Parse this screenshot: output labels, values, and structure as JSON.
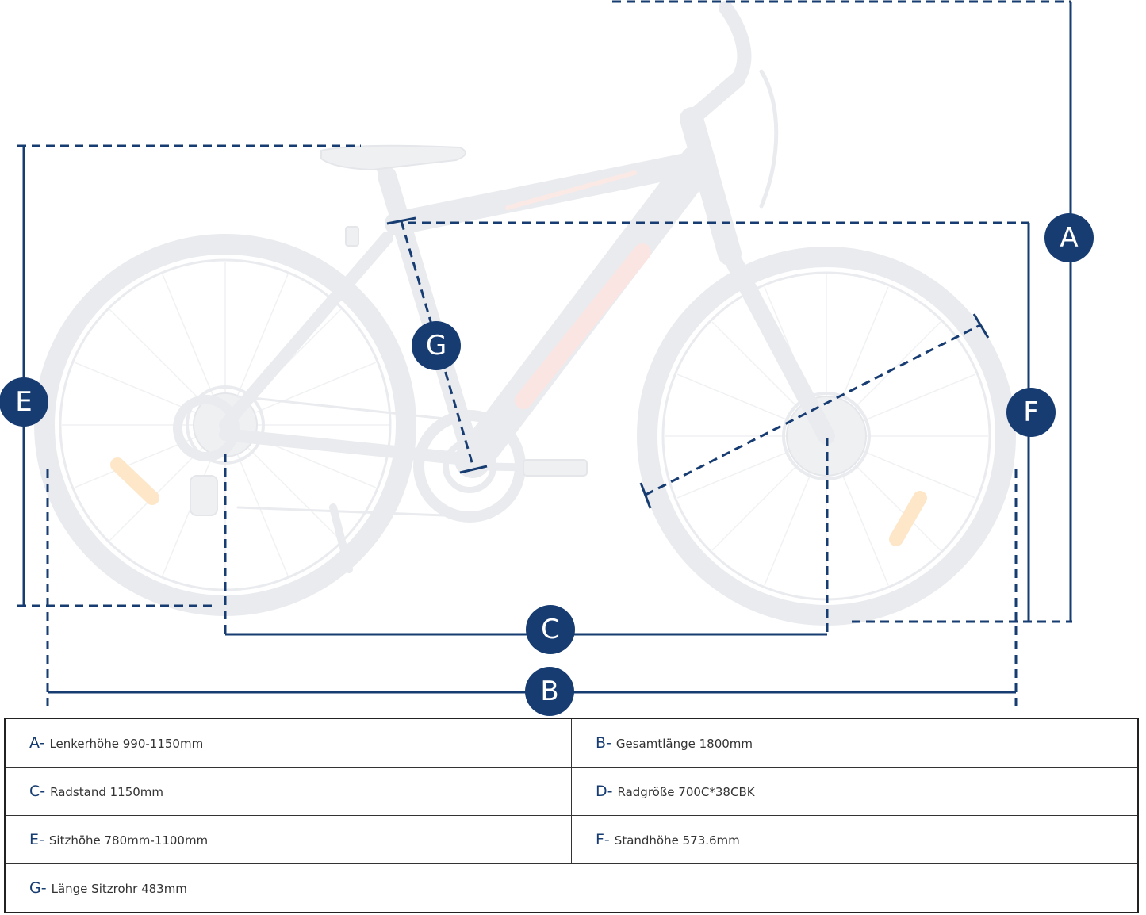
{
  "markers": {
    "a": "A",
    "b": "B",
    "c": "C",
    "e": "E",
    "f": "F",
    "g": "G"
  },
  "specs": [
    {
      "letter": "A-",
      "text": "Lenkerhöhe 990-1150mm"
    },
    {
      "letter": "B-",
      "text": "Gesamtlänge 1800mm"
    },
    {
      "letter": "C-",
      "text": "Radstand 1150mm"
    },
    {
      "letter": "D-",
      "text": "Radgröße 700C*38CBK"
    },
    {
      "letter": "E-",
      "text": "Sitzhöhe 780mm-1100mm"
    },
    {
      "letter": "F-",
      "text": "Standhöhe 573.6mm"
    },
    {
      "letter": "G-",
      "text": "Länge Sitzrohr 483mm"
    }
  ],
  "colors": {
    "dimension_line": "#173c72",
    "bike_ghost": "#e9ebee",
    "accent_reflector": "#fde7c8"
  }
}
